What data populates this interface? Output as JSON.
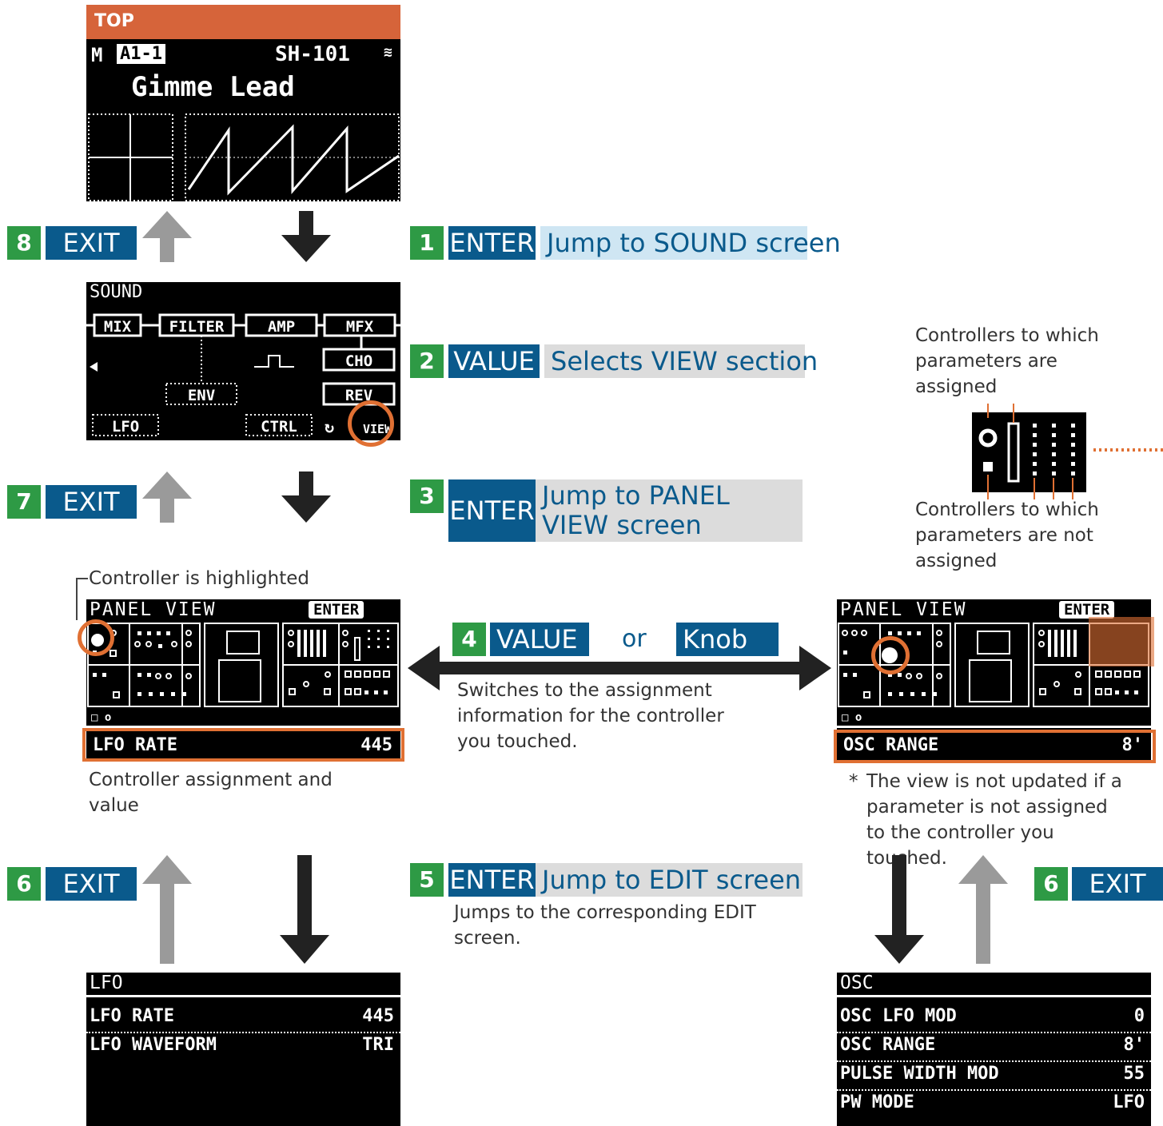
{
  "top": {
    "header": "TOP",
    "mode": "M",
    "patch": "A1-1",
    "model": "SH-101",
    "tone": "Gimme Lead"
  },
  "sound": {
    "title": "SOUND",
    "blocks": {
      "mix": "MIX",
      "filter": "FILTER",
      "amp": "AMP",
      "mfx": "MFX",
      "cho": "CHO",
      "env": "ENV",
      "rev": "REV",
      "lfo": "LFO",
      "ctrl": "CTRL",
      "view": "VIEW"
    }
  },
  "panel_left": {
    "title": "PANEL VIEW",
    "enter": "ENTER",
    "param": "LFO RATE",
    "value": "445"
  },
  "panel_right": {
    "title": "PANEL VIEW",
    "enter": "ENTER",
    "param": "OSC RANGE",
    "value": "8'"
  },
  "lfo_screen": {
    "title": "LFO",
    "rows": [
      {
        "label": "LFO RATE",
        "value": "445"
      },
      {
        "label": "LFO WAVEFORM",
        "value": "TRI"
      }
    ]
  },
  "osc_screen": {
    "title": "OSC",
    "rows": [
      {
        "label": "OSC LFO MOD",
        "value": "0"
      },
      {
        "label": "OSC RANGE",
        "value": "8'"
      },
      {
        "label": "PULSE WIDTH MOD",
        "value": "55"
      },
      {
        "label": "PW MODE",
        "value": "LFO"
      }
    ]
  },
  "steps": {
    "s1": {
      "num": "1",
      "key": "ENTER",
      "desc": "Jump to SOUND screen"
    },
    "s2": {
      "num": "2",
      "key": "VALUE",
      "desc": "Selects VIEW section"
    },
    "s3": {
      "num": "3",
      "key": "ENTER",
      "desc": "Jump to PANEL VIEW screen"
    },
    "s4": {
      "num": "4",
      "key": "VALUE",
      "or": "or",
      "key2": "Knob",
      "desc": "Switches to the assignment information for the controller you touched."
    },
    "s5": {
      "num": "5",
      "key": "ENTER",
      "desc": "Jump to EDIT screen",
      "sub": "Jumps to the corresponding EDIT screen."
    },
    "s6a": {
      "num": "6",
      "key": "EXIT"
    },
    "s6b": {
      "num": "6",
      "key": "EXIT"
    },
    "s7": {
      "num": "7",
      "key": "EXIT"
    },
    "s8": {
      "num": "8",
      "key": "EXIT"
    }
  },
  "notes": {
    "highlighted": "Controller is highlighted",
    "assignment": "Controller assignment and value",
    "assigned": "Controllers to which parameters are assigned",
    "not_assigned": "Controllers to which parameters are not assigned",
    "not_updated": "The view is not updated if a parameter is not assigned to the controller you touched.",
    "asterisk": "*"
  },
  "colors": {
    "green": "#2e9a45",
    "blue": "#0a5a8c",
    "light_blue": "#cfe6f3",
    "light_gray": "#dcdcdc",
    "orange": "#e07033",
    "top_header": "#d6643a",
    "arrow_dark": "#222222",
    "arrow_gray": "#9a9a9a"
  }
}
